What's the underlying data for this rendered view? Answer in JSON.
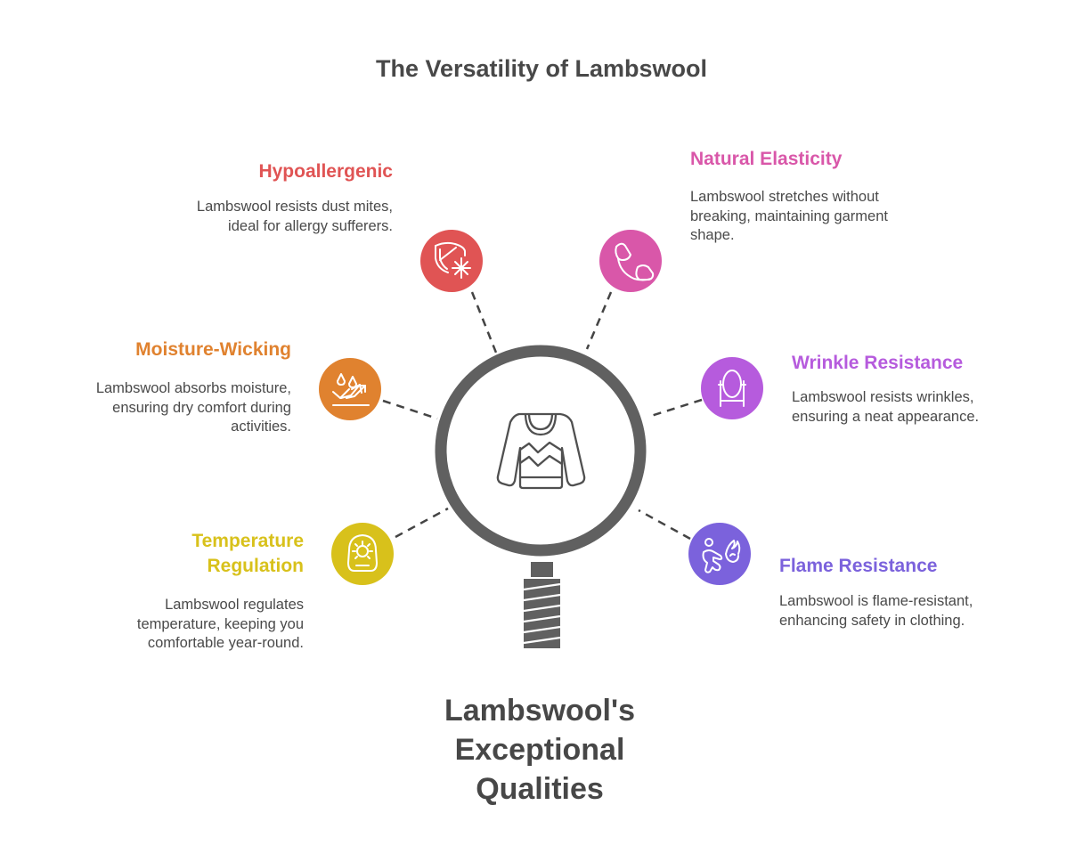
{
  "title": "The Versatility of Lambswool",
  "center": {
    "label": "Lambswool's Exceptional Qualities",
    "label_lines": [
      "Lambswool's",
      "Exceptional",
      "Qualities"
    ],
    "icon": "sweater-icon",
    "ring_color": "#606060"
  },
  "features": [
    {
      "id": "hypoallergenic",
      "title": "Hypoallergenic",
      "description_lines": [
        "Lambswool resists dust mites,",
        "ideal for allergy sufferers."
      ],
      "icon": "shield-snowflake-icon",
      "color": "#E05454"
    },
    {
      "id": "natural-elasticity",
      "title": "Natural Elasticity",
      "description_lines": [
        "Lambswool stretches without",
        "breaking, maintaining garment",
        "shape."
      ],
      "icon": "elastic-band-icon",
      "color": "#D957A9"
    },
    {
      "id": "moisture-wicking",
      "title": "Moisture-Wicking",
      "description_lines": [
        "Lambswool absorbs moisture,",
        "ensuring dry comfort during",
        "activities."
      ],
      "icon": "droplets-arrows-icon",
      "color": "#E0822F"
    },
    {
      "id": "wrinkle-resistance",
      "title": "Wrinkle Resistance",
      "description_lines": [
        "Lambswool resists wrinkles,",
        "ensuring a neat appearance."
      ],
      "icon": "mirror-icon",
      "color": "#B65BDD"
    },
    {
      "id": "temperature-regulation",
      "title_lines": [
        "Temperature",
        "Regulation"
      ],
      "title": "Temperature Regulation",
      "description_lines": [
        "Lambswool regulates",
        "temperature, keeping you",
        "comfortable year-round."
      ],
      "icon": "thermostat-sun-icon",
      "color": "#D8C11B"
    },
    {
      "id": "flame-resistance",
      "title": "Flame Resistance",
      "description_lines": [
        "Lambswool is flame-resistant,",
        "enhancing safety in clothing."
      ],
      "icon": "person-flame-icon",
      "color": "#7B62DC"
    }
  ]
}
